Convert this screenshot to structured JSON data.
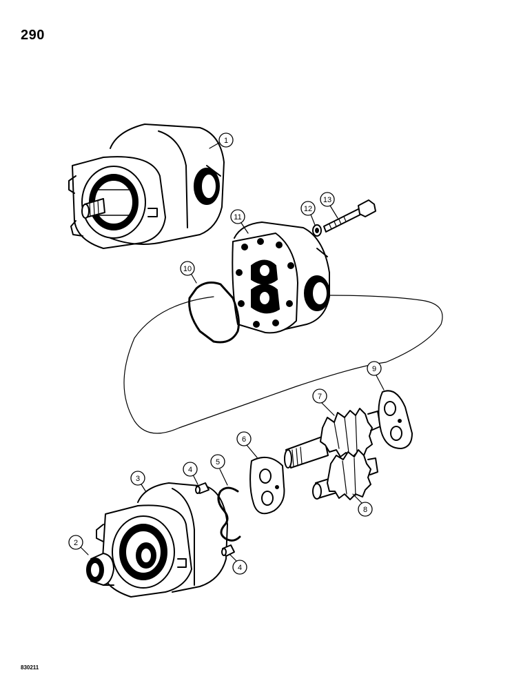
{
  "page_number": "290",
  "drawing_code": "830211",
  "callouts": [
    "1",
    "2",
    "3",
    "4",
    "4",
    "5",
    "6",
    "7",
    "8",
    "9",
    "10",
    "11",
    "12",
    "13"
  ]
}
